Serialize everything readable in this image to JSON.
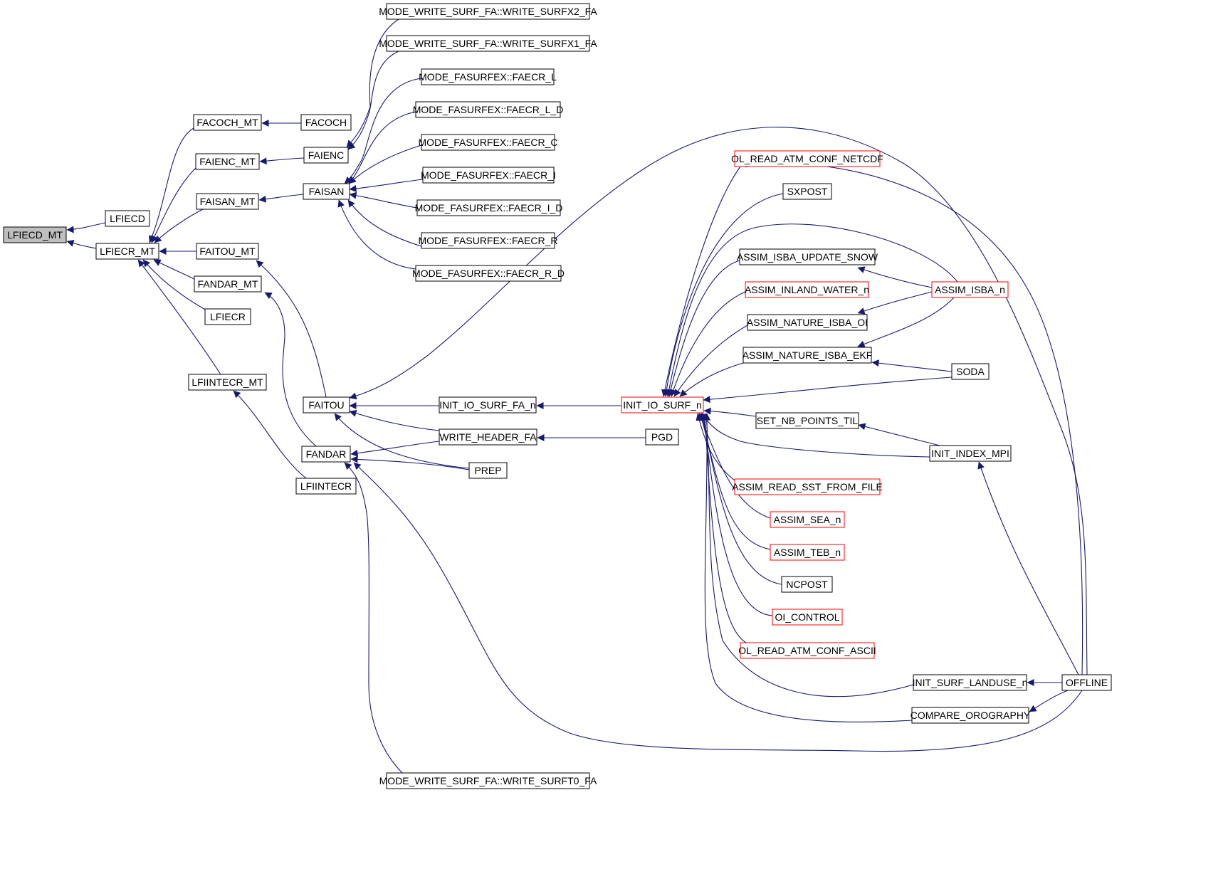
{
  "graph": {
    "title": "",
    "nodes": [
      {
        "id": "lfiecd_mt",
        "label": "LFIECD_MT",
        "style": "focus"
      },
      {
        "id": "lfiecd",
        "label": "LFIECD",
        "style": "normal"
      },
      {
        "id": "lfiecr_mt",
        "label": "LFIECR_MT",
        "style": "normal"
      },
      {
        "id": "facoch_mt",
        "label": "FACOCH_MT",
        "style": "normal"
      },
      {
        "id": "faienc_mt",
        "label": "FAIENC_MT",
        "style": "normal"
      },
      {
        "id": "faisan_mt",
        "label": "FAISAN_MT",
        "style": "normal"
      },
      {
        "id": "faitou_mt",
        "label": "FAITOU_MT",
        "style": "normal"
      },
      {
        "id": "fandar_mt",
        "label": "FANDAR_MT",
        "style": "normal"
      },
      {
        "id": "lfiecr",
        "label": "LFIECR",
        "style": "normal"
      },
      {
        "id": "lfiintecr_mt",
        "label": "LFIINTECR_MT",
        "style": "normal"
      },
      {
        "id": "facoch",
        "label": "FACOCH",
        "style": "normal"
      },
      {
        "id": "faienc",
        "label": "FAIENC",
        "style": "normal"
      },
      {
        "id": "faisan",
        "label": "FAISAN",
        "style": "normal"
      },
      {
        "id": "faitou",
        "label": "FAITOU",
        "style": "normal"
      },
      {
        "id": "fandar",
        "label": "FANDAR",
        "style": "normal"
      },
      {
        "id": "lfiintecr",
        "label": "LFIINTECR",
        "style": "normal"
      },
      {
        "id": "wsurfx2",
        "label": "MODE_WRITE_SURF_FA::WRITE_SURFX2_FA",
        "style": "normal"
      },
      {
        "id": "wsurfx1",
        "label": "MODE_WRITE_SURF_FA::WRITE_SURFX1_FA",
        "style": "normal"
      },
      {
        "id": "faecr_l",
        "label": "MODE_FASURFEX::FAECR_L",
        "style": "normal"
      },
      {
        "id": "faecr_l_d",
        "label": "MODE_FASURFEX::FAECR_L_D",
        "style": "normal"
      },
      {
        "id": "faecr_c",
        "label": "MODE_FASURFEX::FAECR_C",
        "style": "normal"
      },
      {
        "id": "faecr_i",
        "label": "MODE_FASURFEX::FAECR_I",
        "style": "normal"
      },
      {
        "id": "faecr_i_d",
        "label": "MODE_FASURFEX::FAECR_I_D",
        "style": "normal"
      },
      {
        "id": "faecr_r",
        "label": "MODE_FASURFEX::FAECR_R",
        "style": "normal"
      },
      {
        "id": "faecr_r_d",
        "label": "MODE_FASURFEX::FAECR_R_D",
        "style": "normal"
      },
      {
        "id": "init_io_surf_fa_n",
        "label": "INIT_IO_SURF_FA_n",
        "style": "normal"
      },
      {
        "id": "write_header_fa",
        "label": "WRITE_HEADER_FA",
        "style": "normal"
      },
      {
        "id": "prep",
        "label": "PREP",
        "style": "normal"
      },
      {
        "id": "wsurft0",
        "label": "MODE_WRITE_SURF_FA::WRITE_SURFT0_FA",
        "style": "normal"
      },
      {
        "id": "init_io_surf_n",
        "label": "INIT_IO_SURF_n",
        "style": "red"
      },
      {
        "id": "pgd",
        "label": "PGD",
        "style": "normal"
      },
      {
        "id": "ol_read_atm_netcdf",
        "label": "OL_READ_ATM_CONF_NETCDF",
        "style": "red"
      },
      {
        "id": "sxpost",
        "label": "SXPOST",
        "style": "normal"
      },
      {
        "id": "assim_isba_update_snow",
        "label": "ASSIM_ISBA_UPDATE_SNOW",
        "style": "normal"
      },
      {
        "id": "assim_inland_water_n",
        "label": "ASSIM_INLAND_WATER_n",
        "style": "red"
      },
      {
        "id": "assim_nature_isba_oi",
        "label": "ASSIM_NATURE_ISBA_OI",
        "style": "normal"
      },
      {
        "id": "assim_nature_isba_ekf",
        "label": "ASSIM_NATURE_ISBA_EKF",
        "style": "normal"
      },
      {
        "id": "set_nb_points_til",
        "label": "SET_NB_POINTS_TIL",
        "style": "normal"
      },
      {
        "id": "assim_read_sst",
        "label": "ASSIM_READ_SST_FROM_FILE",
        "style": "red"
      },
      {
        "id": "assim_sea_n",
        "label": "ASSIM_SEA_n",
        "style": "red"
      },
      {
        "id": "assim_teb_n",
        "label": "ASSIM_TEB_n",
        "style": "red"
      },
      {
        "id": "ncpost",
        "label": "NCPOST",
        "style": "normal"
      },
      {
        "id": "oi_control",
        "label": "OI_CONTROL",
        "style": "red"
      },
      {
        "id": "ol_read_atm_ascii",
        "label": "OL_READ_ATM_CONF_ASCII",
        "style": "red"
      },
      {
        "id": "assim_isba_n",
        "label": "ASSIM_ISBA_n",
        "style": "red"
      },
      {
        "id": "soda",
        "label": "SODA",
        "style": "normal"
      },
      {
        "id": "init_index_mpi",
        "label": "INIT_INDEX_MPI",
        "style": "normal"
      },
      {
        "id": "init_surf_landuse_n",
        "label": "INIT_SURF_LANDUSE_n",
        "style": "normal"
      },
      {
        "id": "compare_orography",
        "label": "COMPARE_OROGRAPHY",
        "style": "normal"
      },
      {
        "id": "offline",
        "label": "OFFLINE",
        "style": "normal"
      }
    ],
    "edges": [
      [
        "lfiecd",
        "lfiecd_mt"
      ],
      [
        "lfiecr_mt",
        "lfiecd_mt"
      ],
      [
        "facoch_mt",
        "lfiecr_mt"
      ],
      [
        "faienc_mt",
        "lfiecr_mt"
      ],
      [
        "faisan_mt",
        "lfiecr_mt"
      ],
      [
        "faitou_mt",
        "lfiecr_mt"
      ],
      [
        "fandar_mt",
        "lfiecr_mt"
      ],
      [
        "lfiecr",
        "lfiecr_mt"
      ],
      [
        "lfiintecr_mt",
        "lfiecr_mt"
      ],
      [
        "facoch",
        "facoch_mt"
      ],
      [
        "faienc",
        "faienc_mt"
      ],
      [
        "faisan",
        "faisan_mt"
      ],
      [
        "faitou",
        "faitou_mt"
      ],
      [
        "fandar",
        "fandar_mt"
      ],
      [
        "lfiintecr",
        "lfiintecr_mt"
      ],
      [
        "wsurfx2",
        "faienc"
      ],
      [
        "wsurfx1",
        "faienc"
      ],
      [
        "faecr_l",
        "faisan"
      ],
      [
        "faecr_l_d",
        "faisan"
      ],
      [
        "faecr_c",
        "faisan"
      ],
      [
        "faecr_i",
        "faisan"
      ],
      [
        "faecr_i_d",
        "faisan"
      ],
      [
        "faecr_r",
        "faisan"
      ],
      [
        "faecr_r_d",
        "faisan"
      ],
      [
        "init_io_surf_fa_n",
        "faitou"
      ],
      [
        "write_header_fa",
        "faitou"
      ],
      [
        "prep",
        "faitou"
      ],
      [
        "offline",
        "faitou"
      ],
      [
        "write_header_fa",
        "fandar"
      ],
      [
        "prep",
        "fandar"
      ],
      [
        "wsurft0",
        "fandar"
      ],
      [
        "offline",
        "fandar"
      ],
      [
        "init_io_surf_n",
        "init_io_surf_fa_n"
      ],
      [
        "pgd",
        "write_header_fa"
      ],
      [
        "ol_read_atm_netcdf",
        "init_io_surf_n"
      ],
      [
        "sxpost",
        "init_io_surf_n"
      ],
      [
        "assim_isba_n",
        "init_io_surf_n"
      ],
      [
        "assim_isba_update_snow",
        "init_io_surf_n"
      ],
      [
        "assim_inland_water_n",
        "init_io_surf_n"
      ],
      [
        "assim_nature_isba_oi",
        "init_io_surf_n"
      ],
      [
        "assim_nature_isba_ekf",
        "init_io_surf_n"
      ],
      [
        "soda",
        "init_io_surf_n"
      ],
      [
        "set_nb_points_til",
        "init_io_surf_n"
      ],
      [
        "init_index_mpi",
        "init_io_surf_n"
      ],
      [
        "assim_read_sst",
        "init_io_surf_n"
      ],
      [
        "assim_sea_n",
        "init_io_surf_n"
      ],
      [
        "assim_teb_n",
        "init_io_surf_n"
      ],
      [
        "ncpost",
        "init_io_surf_n"
      ],
      [
        "oi_control",
        "init_io_surf_n"
      ],
      [
        "ol_read_atm_ascii",
        "init_io_surf_n"
      ],
      [
        "init_surf_landuse_n",
        "init_io_surf_n"
      ],
      [
        "compare_orography",
        "init_io_surf_n"
      ],
      [
        "assim_isba_n",
        "assim_isba_update_snow"
      ],
      [
        "assim_isba_n",
        "assim_nature_isba_oi"
      ],
      [
        "assim_isba_n",
        "assim_nature_isba_ekf"
      ],
      [
        "soda",
        "assim_nature_isba_ekf"
      ],
      [
        "init_index_mpi",
        "set_nb_points_til"
      ],
      [
        "offline",
        "init_index_mpi"
      ],
      [
        "offline",
        "init_surf_landuse_n"
      ],
      [
        "offline",
        "compare_orography"
      ],
      [
        "offline",
        "ol_read_atm_netcdf"
      ]
    ]
  }
}
